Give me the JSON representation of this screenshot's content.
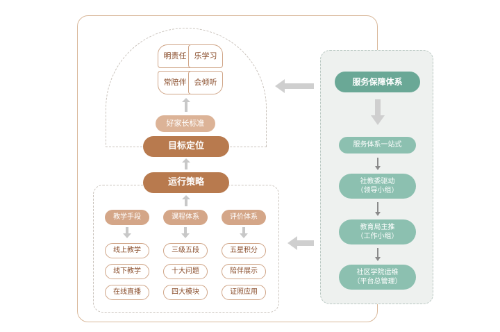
{
  "target": {
    "qualities": [
      "明责任",
      "乐学习",
      "常陪伴",
      "会倾听"
    ],
    "standard": "好家长标准",
    "goal": "目标定位"
  },
  "strategy": {
    "title": "运行策略",
    "columns": [
      {
        "category": "教学手段",
        "items": [
          "线上教学",
          "线下教学",
          "在线直播"
        ]
      },
      {
        "category": "课程体系",
        "items": [
          "三级五段",
          "十大问题",
          "四大模块"
        ]
      },
      {
        "category": "评价体系",
        "items": [
          "五星积分",
          "陪伴展示",
          "证照应用"
        ]
      }
    ]
  },
  "service": {
    "title": "服务保障体系",
    "steps": [
      "服务体系一站式",
      "社教委驱动\n（领导小组）",
      "教育局主推\n（工作小组）",
      "社区学院运维\n（平台总管理）"
    ]
  },
  "colors": {
    "brown": "#b87a4e",
    "light_brown": "#dcb397",
    "green": "#6aa896",
    "light_green": "#8cc0b0",
    "arrow_gray": "#c8c8c8"
  }
}
